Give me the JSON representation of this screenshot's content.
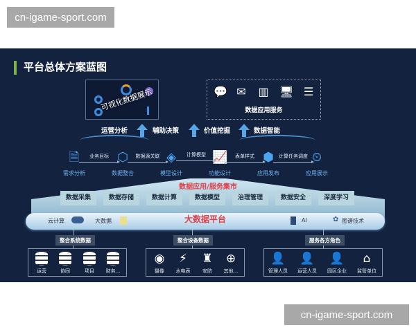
{
  "watermark_top": "cn-igame-sport.com",
  "watermark_bottom": "cn-igame-sport.com",
  "title": "平台总体方案蓝图",
  "colors": {
    "background": "#13233f",
    "accent_bar": "#7fb04a",
    "highlight": "#e0424a",
    "arrow": "#5aa5e5"
  },
  "dashboard": {
    "label": "可视化数据展示"
  },
  "services": {
    "label": "数据应用服务",
    "icons": [
      "chat-icon",
      "mail-icon",
      "bar-chart-icon",
      "monitor-chart-icon",
      "notepad-icon"
    ]
  },
  "goals": [
    "运营分析",
    "辅助决策",
    "价值挖掘",
    "数据智能"
  ],
  "steps": [
    {
      "label": "需求分析",
      "icon": "document-icon"
    },
    {
      "label": "数据整合",
      "icon": "hexagon-chart-icon"
    },
    {
      "label": "模型设计",
      "icon": "cubes-icon"
    },
    {
      "label": "功能设计",
      "icon": "line-chart-icon"
    },
    {
      "label": "应用发布",
      "icon": "cube-icon"
    },
    {
      "label": "应用展示",
      "icon": "monitor-clock-icon"
    }
  ],
  "flows": [
    "业务目标",
    "数据源关联",
    "计算模型",
    "表单样式",
    "计算任务调度"
  ],
  "market": "数据应用/服务集市",
  "capabilities": [
    "数据采集",
    "数据存储",
    "数据计算",
    "数据模型",
    "治理管理",
    "数据安全",
    "深度学习"
  ],
  "platform": {
    "title": "大数据平台",
    "left": [
      "云计算",
      "大数据"
    ],
    "right": [
      "AI",
      "图谱技术"
    ]
  },
  "groups": [
    {
      "tag": "整合系统数据",
      "items": [
        "运营",
        "协同",
        "项目",
        "财务..."
      ]
    },
    {
      "tag": "整合设备数据",
      "items": [
        "摄像",
        "水电表",
        "安防",
        "其他..."
      ]
    },
    {
      "tag": "服务各方角色",
      "items": [
        "管理人员",
        "运营人员",
        "园区企业",
        "监管单位"
      ]
    }
  ]
}
